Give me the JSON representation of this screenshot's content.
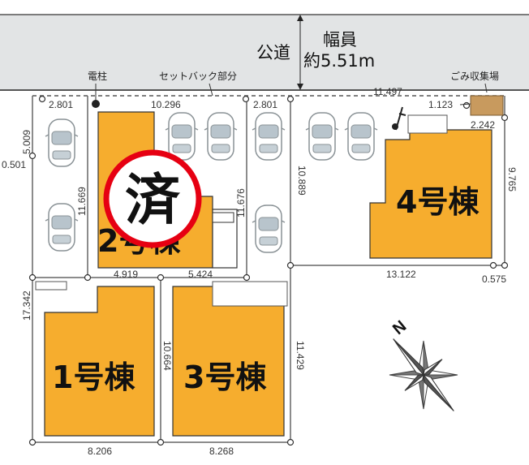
{
  "road": {
    "label": "公道",
    "width_label": "幅員",
    "width_value": "約5.51m"
  },
  "labels": {
    "pole": "電柱",
    "setback": "セットバック部分",
    "garbage": "ごみ収集場"
  },
  "buildings": {
    "b1": "1号棟",
    "b2": "2号棟",
    "b3": "3号棟",
    "b4": "4号棟"
  },
  "sold_stamp": "済",
  "north": "N",
  "dimensions": {
    "d_2801_left": "2.801",
    "d_10296": "10.296",
    "d_2801_mid": "2.801",
    "d_11497": "11.497",
    "d_1123": "1.123",
    "d_2242": "2.242",
    "d_5009": "5.009",
    "d_0501": "0.501",
    "d_11669": "11.669",
    "d_11676": "11.676",
    "d_10889": "10.889",
    "d_9765": "9.765",
    "d_4919": "4.919",
    "d_5424": "5.424",
    "d_13122": "13.122",
    "d_0575": "0.575",
    "d_17342": "17.342",
    "d_10664": "10.664",
    "d_11429": "11.429",
    "d_8206": "8.206",
    "d_8268": "8.268"
  },
  "colors": {
    "road": "#e2e4e5",
    "building": "#f6ad2e",
    "garbage": "#c89a5e",
    "sold_circle": "#e60012",
    "line": "#555555"
  }
}
